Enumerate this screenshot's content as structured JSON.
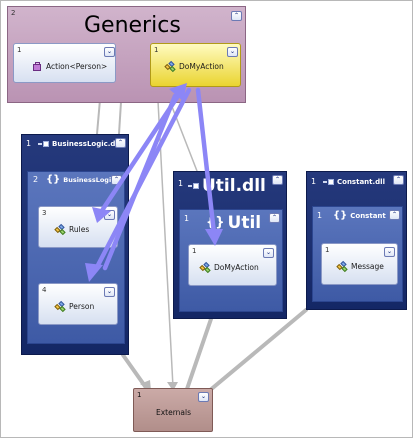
{
  "colors": {
    "generics_bg": "#c6a4c0",
    "container_dark": "#1f3374",
    "inner_mid": "#4b67b2",
    "highlight_node": "#f2e05a",
    "externals_bg": "#bb9a96",
    "link_gray": "#b8b8b8",
    "link_highlight": "#8b86f4"
  },
  "generics": {
    "number": "2",
    "title": "Generics",
    "nodes": [
      {
        "number": "1",
        "label": "Action<Person>",
        "icon": "interface-icon"
      },
      {
        "number": "1",
        "label": "DoMyAction",
        "icon": "class-icon",
        "highlighted": true
      }
    ]
  },
  "business": {
    "number": "1",
    "title": "BusinessLogic.dll",
    "namespace": {
      "number": "2",
      "title": "BusinessLogic"
    },
    "nodes": [
      {
        "number": "3",
        "label": "Rules"
      },
      {
        "number": "4",
        "label": "Person"
      }
    ]
  },
  "util": {
    "number": "1",
    "title": "Util.dll",
    "namespace": {
      "number": "1",
      "title": "Util"
    },
    "nodes": [
      {
        "number": "1",
        "label": "DoMyAction"
      }
    ]
  },
  "constant": {
    "number": "1",
    "title": "Constant.dll",
    "namespace": {
      "number": "1",
      "title": "Constant"
    },
    "nodes": [
      {
        "number": "1",
        "label": "Message"
      }
    ]
  },
  "externals": {
    "number": "1",
    "label": "Externals"
  },
  "icons": {
    "collapse": "chevron-double-up-icon",
    "expand": "chevron-double-down-icon"
  }
}
